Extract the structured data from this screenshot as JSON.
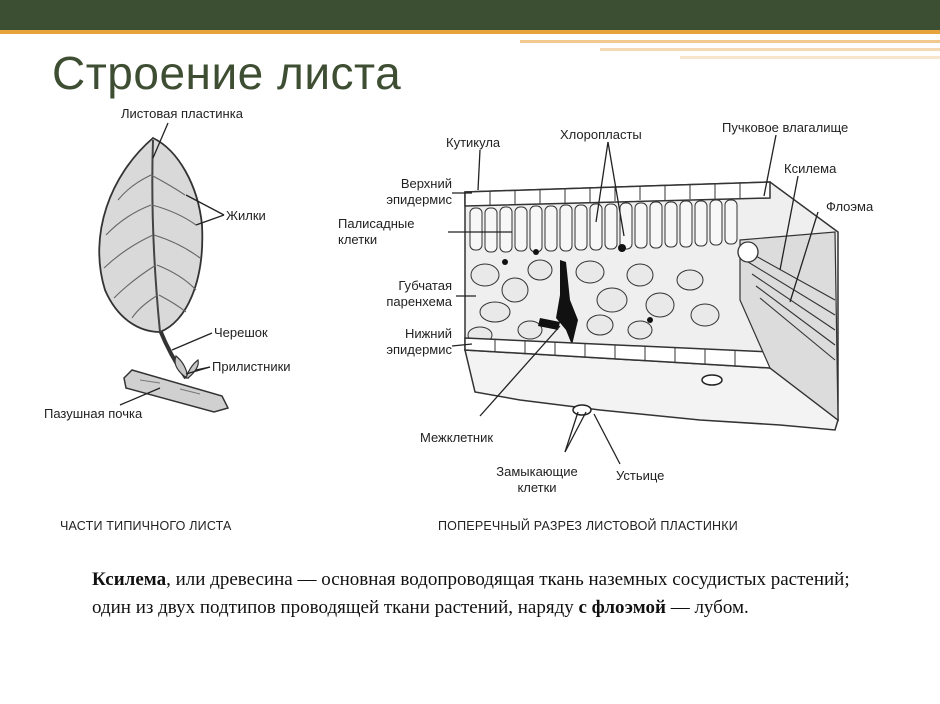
{
  "title": "Строение листа",
  "leaf_labels": {
    "blade": "Листовая пластинка",
    "veins": "Жилки",
    "petiole": "Черешок",
    "stipules": "Прилистники",
    "axillary_bud": "Пазушная почка"
  },
  "section_labels": {
    "cuticle": "Кутикула",
    "chloroplasts": "Хлоропласты",
    "bundle_sheath": "Пучковое влагалище",
    "upper_epidermis_1": "Верхний",
    "upper_epidermis_2": "эпидермис",
    "palisade_1": "Палисадные",
    "palisade_2": "клетки",
    "xylem": "Ксилема",
    "phloem": "Флоэма",
    "spongy_1": "Губчатая",
    "spongy_2": "паренхема",
    "lower_epidermis_1": "Нижний",
    "lower_epidermis_2": "эпидермис",
    "intercellular": "Межклетник",
    "guard_1": "Замыкающие",
    "guard_2": "клетки",
    "stoma": "Устьице"
  },
  "captions": {
    "left": "ЧАСТИ ТИПИЧНОГО ЛИСТА",
    "right": "ПОПЕРЕЧНЫЙ РАЗРЕЗ ЛИСТОВОЙ ПЛАСТИНКИ"
  },
  "description": {
    "term": "Ксилема",
    "part1": ", или древесина — основная водопроводящая ткань наземных сосудистых растений; один из двух подтипов проводящей ткани растений, наряду ",
    "term2": "с флоэмой",
    "part2": " — лубом."
  },
  "colors": {
    "header_dark": "#3d4f33",
    "header_accent": "#e8a33c",
    "title": "#3e4e32"
  }
}
